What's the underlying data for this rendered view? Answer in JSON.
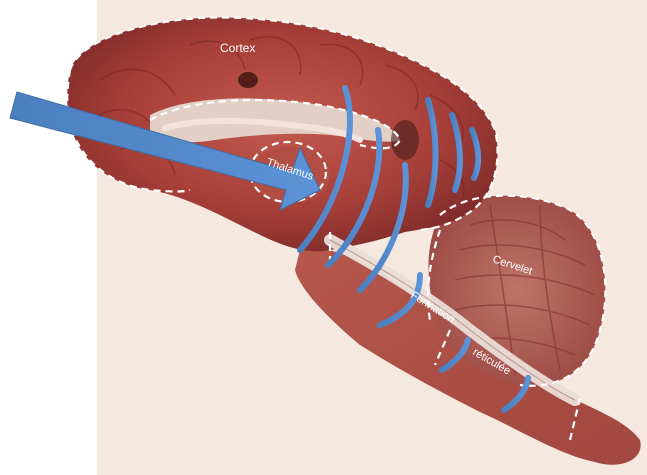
{
  "labels": {
    "cortex": "Cortex",
    "thalamus": "Thalamus",
    "cervelet": "Cervelet",
    "formation": "Formation",
    "reticulee": "réticulée"
  },
  "colors": {
    "background": "#f4e8df",
    "tissue": "#a8403a",
    "tissue_dark": "#7a2424",
    "tissue_light": "#c46a5c",
    "white_matter": "#d9c3b7",
    "arrow": "#4f86c8",
    "arcs": "#5b8fd0",
    "outline": "#ffffff"
  },
  "icons": [
    "blue-arrow",
    "blue-arc",
    "dashed-outline"
  ]
}
